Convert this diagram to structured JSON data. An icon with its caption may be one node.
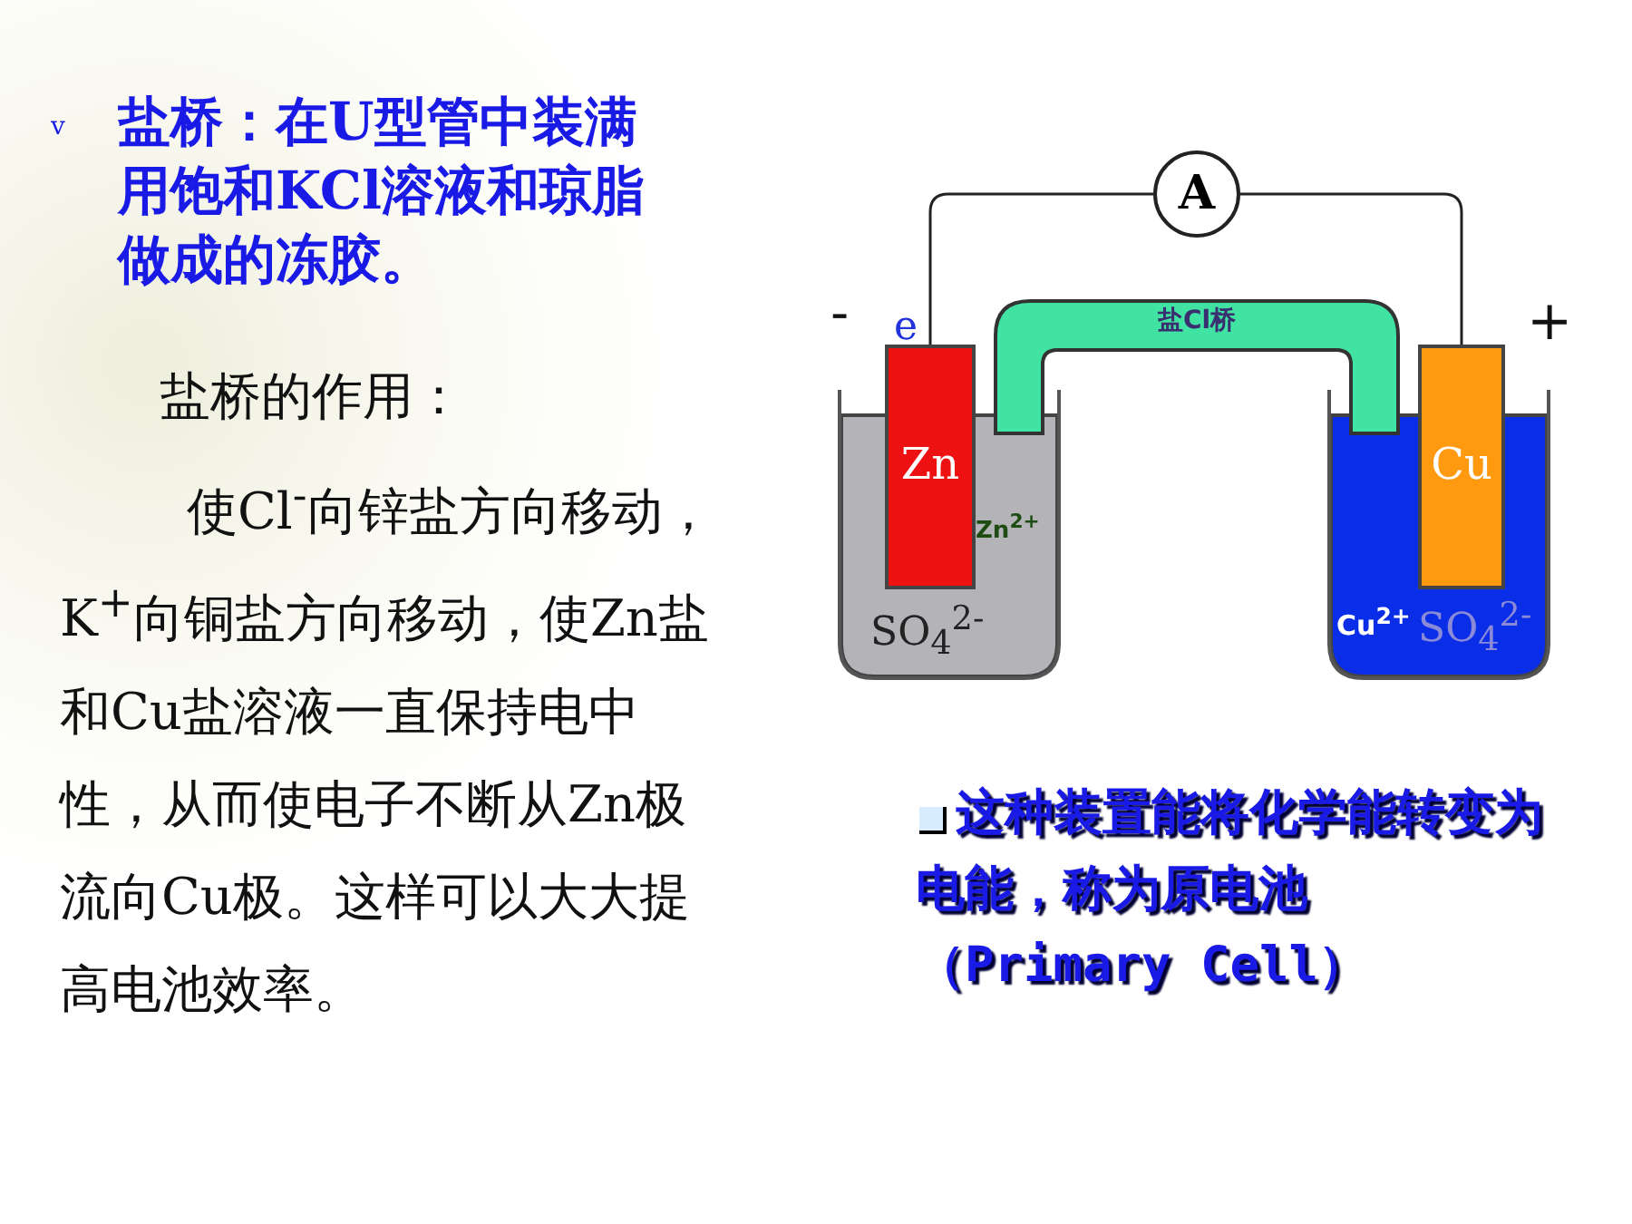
{
  "diagram": {
    "nodes": [
      {
        "text": [
          "Zn$^{2+}$",
          "SO$_{4}$$^{2-}$"
        ]
      },
      {
        "text": [
          "Zn"
        ]
      },
      {
        "text": [
          "Cu$^{2+}$",
          "SO$_{4}$$^{2-}$"
        ]
      },
      {
        "text": [
          "Cu"
        ]
      },
      {
        "text": [
          "盐Cl桥"
        ]
      },
      {
        "text": [
          "A"
        ]
      }
    ],
    "edges": [
      {
        "from": 1,
        "to": 5,
        "arrow": "none"
      },
      {
        "from": 5,
        "to": 3,
        "arrow": "none"
      }
    ],
    "labels": [
      "v",
      "盐桥：在U型管中装满用饱和KCl溶液和琼脂做成的冻胶。",
      "盐桥的作用：",
      "使Cl$^{-}$向锌盐方向移动，K$^{+}$向铜盐方向移动，使Zn盐和Cu盐溶液一直保持电中性，从而使电子不断从Zn极流向Cu极。这样可以大大提高电池效率。",
      "-",
      "e",
      "+",
      "这种装置能将化学能转变为电能，称为原电池（Primary Cell）"
    ]
  }
}
